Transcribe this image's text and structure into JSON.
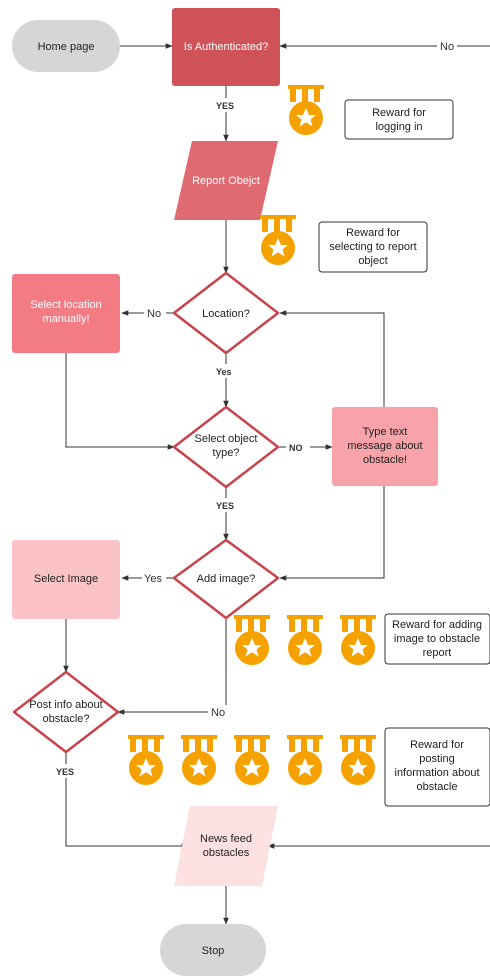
{
  "colors": {
    "terminal": "#d6d6d6",
    "auth": "#cf5259",
    "report": "#e06a72",
    "manual": "#f27b84",
    "type_text": "#f7a3a9",
    "select_image": "#fbc3c7",
    "news": "#fde0e2",
    "decision_stroke": "#c8434b",
    "medal": "#f5a100",
    "edge": "#333333"
  },
  "nodes": {
    "home": "Home page",
    "auth": "Is Authenticated?",
    "report": "Report Obejct",
    "location": "Location?",
    "manual": [
      "Select location",
      "manually!"
    ],
    "objtype": [
      "Select object",
      "type?"
    ],
    "typetext": [
      "Type text",
      "message about",
      "obstacle!"
    ],
    "addimage": "Add image?",
    "selimage": "Select Image",
    "postinfo": [
      "Post info about",
      "obstacle?"
    ],
    "news": [
      "News feed",
      "obstacles"
    ],
    "stop": "Stop"
  },
  "edge_labels": {
    "auth_no": "No",
    "auth_yes": "YES",
    "loc_no": "No",
    "loc_yes": "Yes",
    "obj_no": "NO",
    "obj_yes": "YES",
    "img_yes": "Yes",
    "img_no": "No",
    "post_yes": "YES"
  },
  "rewards": {
    "login": [
      "Reward for",
      "logging in"
    ],
    "select": [
      "Reward for",
      "selecting to report",
      "object"
    ],
    "image": [
      "Reward for adding",
      "image to obstacle",
      "report"
    ],
    "posting": [
      "Reward for",
      "posting",
      "information about",
      "obstacle"
    ]
  },
  "medals": [
    {
      "name": "medal-login"
    },
    {
      "name": "medal-select"
    },
    {
      "name": "medal-image-1"
    },
    {
      "name": "medal-image-2"
    },
    {
      "name": "medal-image-3"
    },
    {
      "name": "medal-post-1"
    },
    {
      "name": "medal-post-2"
    },
    {
      "name": "medal-post-3"
    },
    {
      "name": "medal-post-4"
    },
    {
      "name": "medal-post-5"
    }
  ]
}
